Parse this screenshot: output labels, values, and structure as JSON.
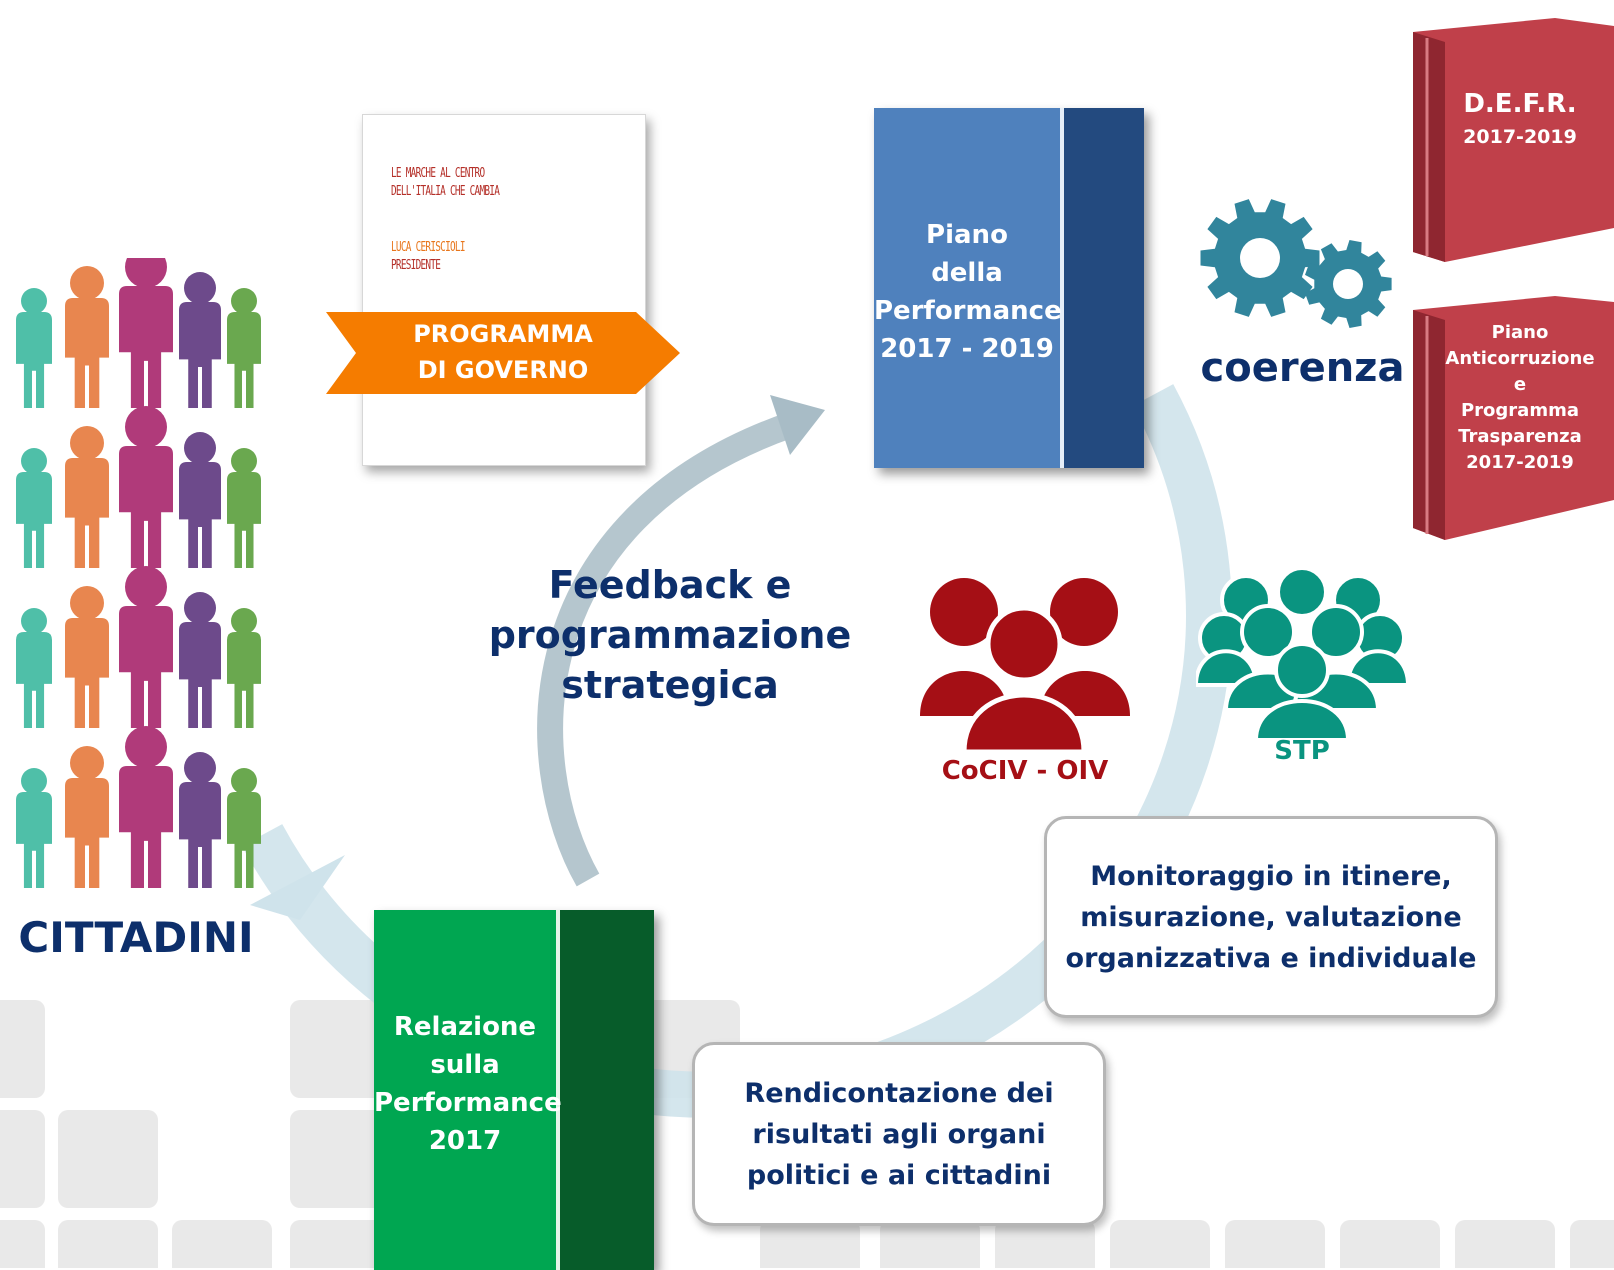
{
  "programma": {
    "doc_line1": "LE MARCHE AL CENTRO",
    "doc_line2": "DELL'ITALIA CHE CAMBIA",
    "doc_line3": "LUCA CERISCIOLI",
    "doc_line4": "PRESIDENTE",
    "ribbon_line1": "PROGRAMMA",
    "ribbon_line2": "DI GOVERNO"
  },
  "piano": {
    "lines": [
      "Piano",
      "della",
      "Performance",
      "2017 - 2019"
    ]
  },
  "relazione": {
    "lines": [
      "Relazione",
      "sulla",
      "Performance",
      "2017"
    ]
  },
  "defr": {
    "lines": [
      "D.E.F.R.",
      "2017-2019"
    ]
  },
  "anticorruzione": {
    "lines": [
      "Piano",
      "Anticorruzione",
      "e",
      "Programma",
      "Trasparenza",
      "2017-2019"
    ]
  },
  "coerenza": "coerenza",
  "cittadini": "CITTADINI",
  "feedback": {
    "lines": [
      "Feedback e",
      "programmazione",
      "strategica"
    ]
  },
  "cociv": "CoCIV - OIV",
  "stp": "STP",
  "monitoraggio": {
    "lines": [
      "Monitoraggio in itinere,",
      "misurazione, valutazione",
      "organizzativa e individuale"
    ]
  },
  "rendicontazione": {
    "lines": [
      "Rendicontazione dei",
      "risultati agli organi",
      "politici e ai cittadini"
    ]
  },
  "colors": {
    "navy": "#0d2f6b",
    "piano_blue": "#4f81bd",
    "relazione_green": "#00a651",
    "book_red": "#c0404a",
    "cociv_red": "#a50f15",
    "stp_teal": "#0a9480",
    "gear_teal": "#31859c",
    "ribbon_orange": "#f57c00",
    "cycle_arrow": "#c9dfe8"
  }
}
